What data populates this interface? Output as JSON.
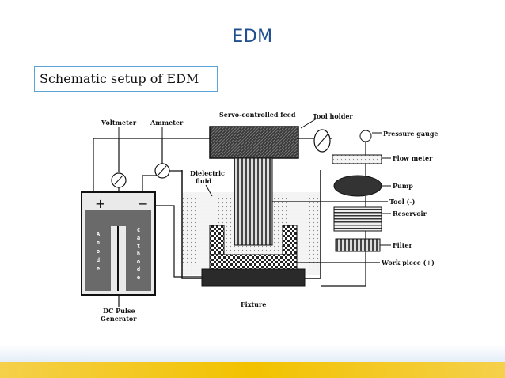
{
  "slide": {
    "title": "EDM",
    "caption": "Schematic setup of EDM"
  },
  "diagram": {
    "labels": {
      "voltmeter": "Voltmeter",
      "ammeter": "Ammeter",
      "servo_feed": "Servo-controlled feed",
      "tool_holder": "Tool holder",
      "pressure_gauge": "Pressure gauge",
      "flow_meter": "Flow meter",
      "pump": "Pump",
      "tool": "Tool (-)",
      "reservoir": "Reservoir",
      "filter": "Filter",
      "workpiece": "Work piece (+)",
      "fixture": "Fixture",
      "dielectric_1": "Dielectric",
      "dielectric_2": "fluid",
      "generator_1": "DC Pulse",
      "generator_2": "Generator",
      "plus": "+",
      "minus": "−",
      "anode": [
        "A",
        "n",
        "o",
        "d",
        "e"
      ],
      "cathode": [
        "C",
        "a",
        "t",
        "h",
        "o",
        "d",
        "e"
      ]
    }
  },
  "colors": {
    "title": "#1f4f8f",
    "caption_border": "#5ba3d6",
    "footer_light": "#e3edf7",
    "footer_yellow": "#f2c200"
  }
}
